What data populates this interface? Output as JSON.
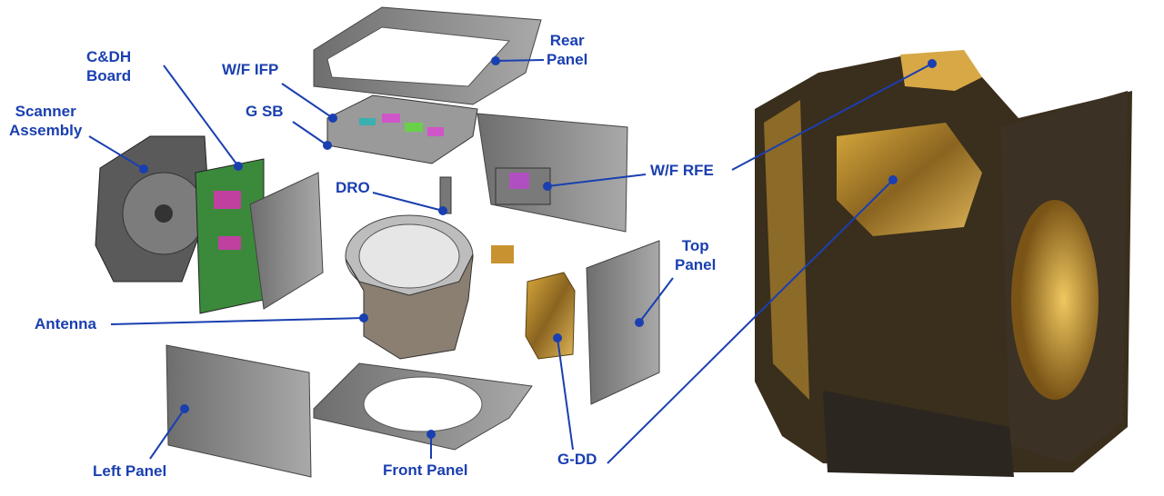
{
  "labels": {
    "cdh_board": [
      "C&DH",
      "Board"
    ],
    "wf_ifp": "W/F IFP",
    "rear_panel": [
      "Rear",
      "Panel"
    ],
    "scanner_assembly": [
      "Scanner",
      "Assembly"
    ],
    "g_sb": "G SB",
    "dro": "DRO",
    "wf_rfe": "W/F RFE",
    "top_panel": [
      "Top",
      "Panel"
    ],
    "antenna": "Antenna",
    "g_dd": "G-DD",
    "left_panel": "Left Panel",
    "front_panel": "Front Panel"
  },
  "colors": {
    "label": "#1a3fb0",
    "panel": "#8a8a8a",
    "gold": "#b8892a"
  }
}
